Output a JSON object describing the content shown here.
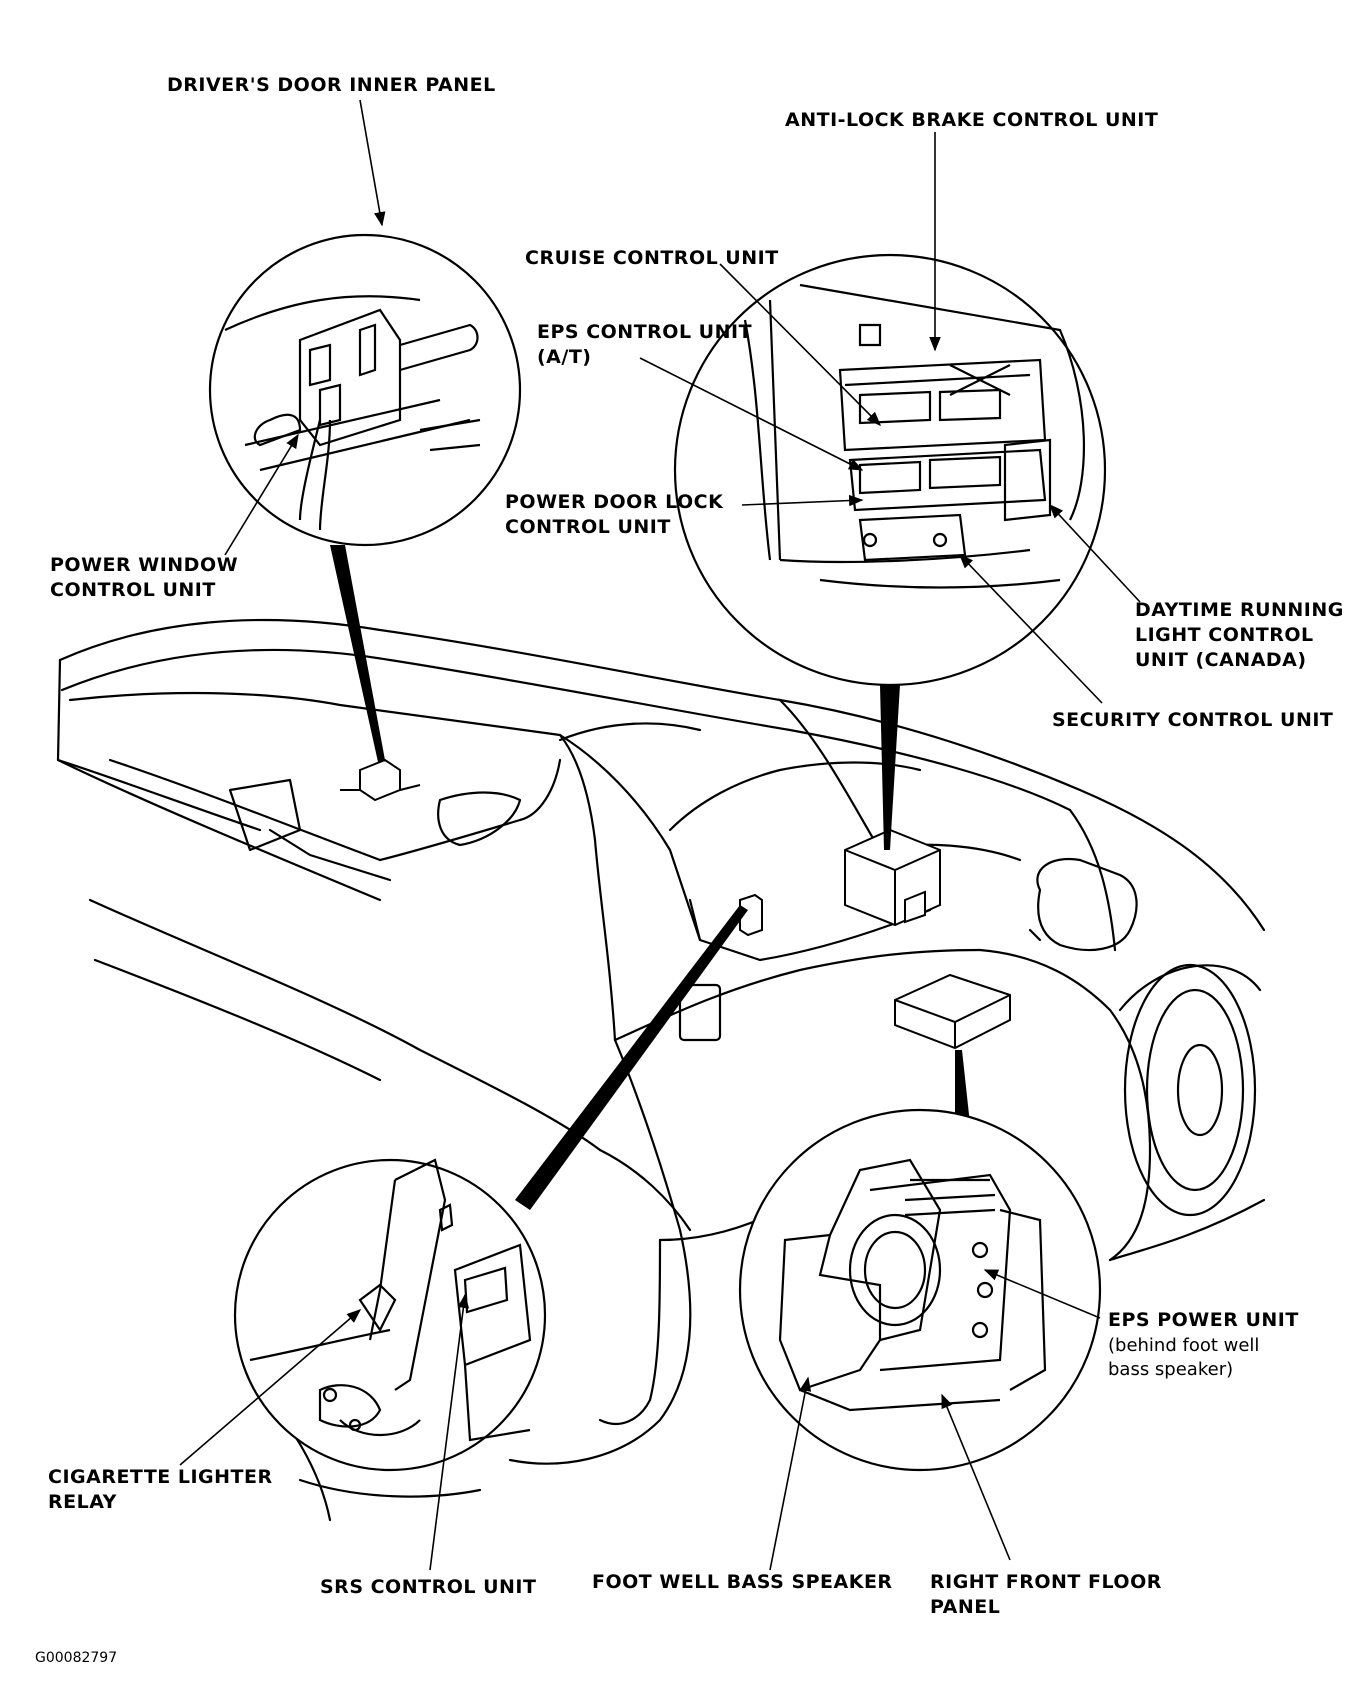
{
  "labels": {
    "drivers_door": "DRIVER'S DOOR INNER PANEL",
    "anti_lock": "ANTI-LOCK BRAKE CONTROL UNIT",
    "cruise": "CRUISE CONTROL UNIT",
    "eps_control_1": "EPS CONTROL UNIT",
    "eps_control_2": "(A/T)",
    "power_door_1": "POWER DOOR LOCK",
    "power_door_2": "CONTROL UNIT",
    "power_window_1": "POWER WINDOW",
    "power_window_2": "CONTROL UNIT",
    "daytime_1": "DAYTIME RUNNING",
    "daytime_2": "LIGHT CONTROL",
    "daytime_3": "UNIT (CANADA)",
    "security": "SECURITY CONTROL UNIT",
    "eps_power": "EPS POWER UNIT",
    "eps_power_note_1": "(behind foot well",
    "eps_power_note_2": "bass speaker)",
    "cig_1": "CIGARETTE LIGHTER",
    "cig_2": "RELAY",
    "srs": "SRS CONTROL UNIT",
    "foot_well": "FOOT WELL BASS SPEAKER",
    "floor_1": "RIGHT FRONT FLOOR",
    "floor_2": "PANEL"
  },
  "figure_code": "G00082797"
}
